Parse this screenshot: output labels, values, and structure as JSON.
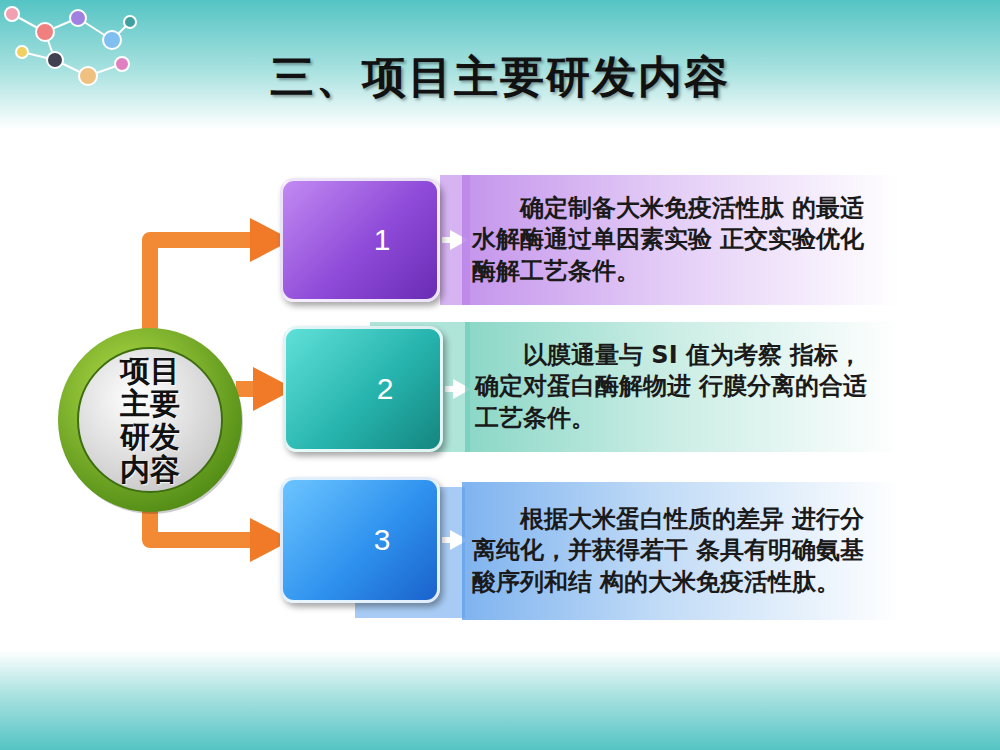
{
  "diagram": {
    "title": "三、项目主要研发内容",
    "nodes": [
      {
        "text": [
          "项目主要研发内容"
        ]
      },
      {
        "text": [
          "1"
        ]
      },
      {
        "text": [
          "确定制备大米免疫活性肽 的最适水解酶通过单因素实验 正交实验优化酶解工艺条件。"
        ]
      },
      {
        "text": [
          "2"
        ]
      },
      {
        "text": [
          "以膜通量与 SI 值为考察 指标，确定对蛋白酶解物进 行膜分离的合适工艺条件。"
        ]
      },
      {
        "text": [
          "3"
        ]
      },
      {
        "text": [
          "根据大米蛋白性质的差异 进行分离纯化，并获得若干 条具有明确氨基酸序列和结 构的大米免疫活性肽。"
        ]
      }
    ],
    "edges": [
      {
        "from": 0,
        "to": 1,
        "arrow": "to"
      },
      {
        "from": 0,
        "to": 3,
        "arrow": "to"
      },
      {
        "from": 0,
        "to": 5,
        "arrow": "to"
      },
      {
        "from": 1,
        "to": 2,
        "arrow": "to"
      },
      {
        "from": 3,
        "to": 4,
        "arrow": "to"
      },
      {
        "from": 5,
        "to": 6,
        "arrow": "to"
      }
    ]
  }
}
